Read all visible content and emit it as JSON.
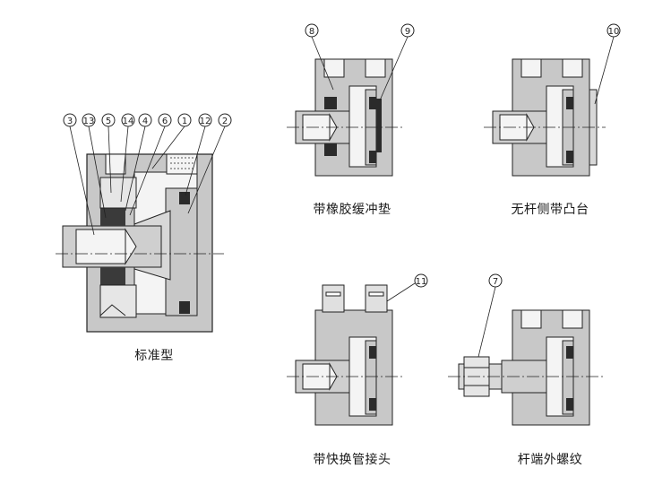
{
  "figure": {
    "title": "",
    "colors": {
      "body_fill": "#c8c8c8",
      "dark_fill": "#2b2b2b",
      "light_fill": "#f2f2f2",
      "stroke": "#222222"
    }
  },
  "views": [
    {
      "id": "standard",
      "caption": "标准型",
      "labels": [
        "1",
        "2",
        "3",
        "4",
        "5",
        "6",
        "12",
        "13",
        "14"
      ]
    },
    {
      "id": "rubber-bumper",
      "caption": "带橡胶缓冲垫",
      "labels": [
        "8",
        "9"
      ]
    },
    {
      "id": "no-rod-boss",
      "caption": "无杆侧带凸台",
      "labels": [
        "10"
      ]
    },
    {
      "id": "quick-fitting",
      "caption": "带快换管接头",
      "labels": [
        "11"
      ]
    },
    {
      "id": "male-thread",
      "caption": "杆端外螺纹",
      "labels": [
        "7"
      ]
    }
  ]
}
